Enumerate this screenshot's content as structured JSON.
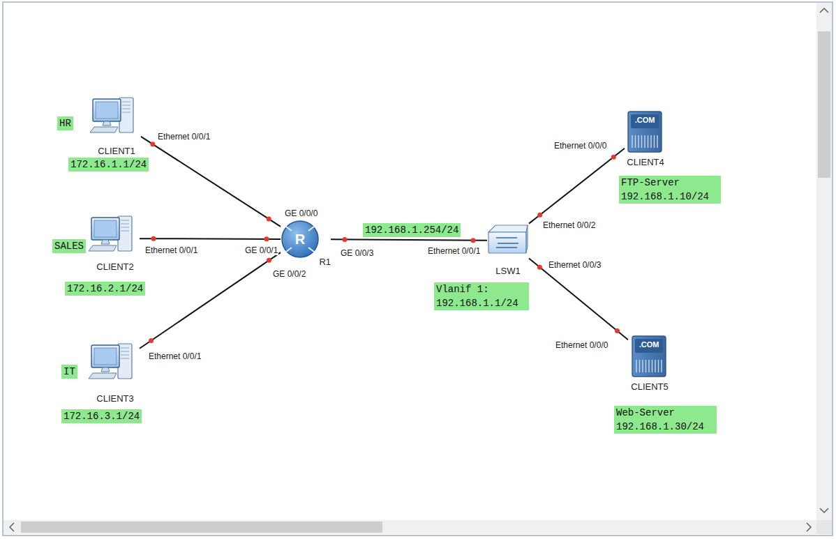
{
  "diagram": {
    "nodes": [
      {
        "text": [
          "CLIENT1"
        ]
      },
      {
        "text": [
          "CLIENT2"
        ]
      },
      {
        "text": [
          "CLIENT3"
        ]
      },
      {
        "text": [
          "R1"
        ]
      },
      {
        "text": [
          "LSW1"
        ]
      },
      {
        "text": [
          "CLIENT4"
        ]
      },
      {
        "text": [
          "CLIENT5"
        ]
      }
    ],
    "edges": [
      {
        "from": 0,
        "to": 3,
        "arrow": "none"
      },
      {
        "from": 1,
        "to": 3,
        "arrow": "none"
      },
      {
        "from": 2,
        "to": 3,
        "arrow": "none"
      },
      {
        "from": 3,
        "to": 4,
        "label": "192.168.1.254/24",
        "arrow": "none"
      },
      {
        "from": 4,
        "to": 5,
        "arrow": "none"
      },
      {
        "from": 4,
        "to": 6,
        "arrow": "none"
      }
    ],
    "labels": [
      "HR",
      "172.16.1.1/24",
      "SALES",
      "172.16.2.1/24",
      "IT",
      "172.16.3.1/24",
      "FTP-Server",
      "192.168.1.10/24",
      "Vlanif 1:",
      "192.168.1.1/24",
      "Web-Server",
      "192.168.1.30/24",
      "Ethernet 0/0/1",
      "GE 0/0/0",
      "Ethernet 0/0/1",
      "GE 0/0/1",
      "Ethernet 0/0/1",
      "GE 0/0/2",
      "GE 0/0/3",
      "Ethernet 0/0/1",
      "Ethernet 0/0/2",
      "Ethernet 0/0/0",
      "Ethernet 0/0/3",
      "Ethernet 0/0/0",
      "R",
      ".COM",
      ".COM"
    ]
  }
}
